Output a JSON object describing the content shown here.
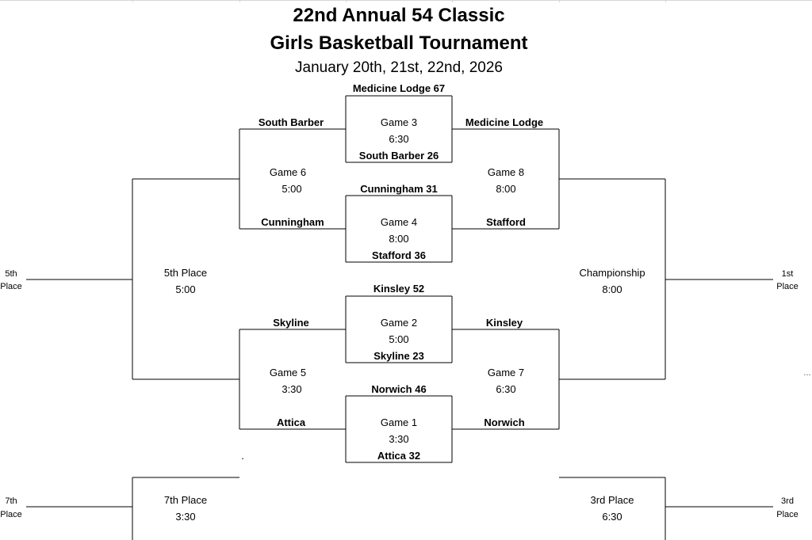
{
  "header": {
    "title_line1": "22nd Annual 54 Classic",
    "title_line2": "Girls Basketball Tournament",
    "dates": "January 20th, 21st, 22nd, 2026"
  },
  "games": {
    "g3": {
      "label": "Game 3",
      "time": "6:30",
      "top_result": "Medicine Lodge 67",
      "bottom_result": "South Barber 26"
    },
    "g4": {
      "label": "Game 4",
      "time": "8:00",
      "top_result": "Cunningham 31",
      "bottom_result": "Stafford 36"
    },
    "g2": {
      "label": "Game 2",
      "time": "5:00",
      "top_result": "Kinsley 52",
      "bottom_result": "Skyline 23"
    },
    "g1": {
      "label": "Game 1",
      "time": "3:30",
      "top_result": "Norwich 46",
      "bottom_result": "Attica 32"
    },
    "g6": {
      "label": "Game 6",
      "time": "5:00",
      "top_team": "South Barber",
      "bottom_team": "Cunningham"
    },
    "g5": {
      "label": "Game 5",
      "time": "3:30",
      "top_team": "Skyline",
      "bottom_team": "Attica"
    },
    "g8": {
      "label": "Game 8",
      "time": "8:00",
      "top_team": "Medicine Lodge",
      "bottom_team": "Stafford"
    },
    "g7": {
      "label": "Game 7",
      "time": "6:30",
      "top_team": "Kinsley",
      "bottom_team": "Norwich"
    },
    "fifth": {
      "label": "5th Place",
      "time": "5:00"
    },
    "championship": {
      "label": "Championship",
      "time": "8:00"
    },
    "seventh": {
      "label": "7th Place",
      "time": "3:30"
    },
    "third": {
      "label": "3rd Place",
      "time": "6:30"
    }
  },
  "places": {
    "fifth": {
      "line1": "5th",
      "line2": "Place"
    },
    "first": {
      "line1": "1st",
      "line2": "Place"
    },
    "seventh": {
      "line1": "7th",
      "line2": "Place"
    },
    "third": {
      "line1": "3rd",
      "line2": "Place"
    }
  },
  "extras": {
    "ellipsis": "...",
    "dot": "."
  }
}
